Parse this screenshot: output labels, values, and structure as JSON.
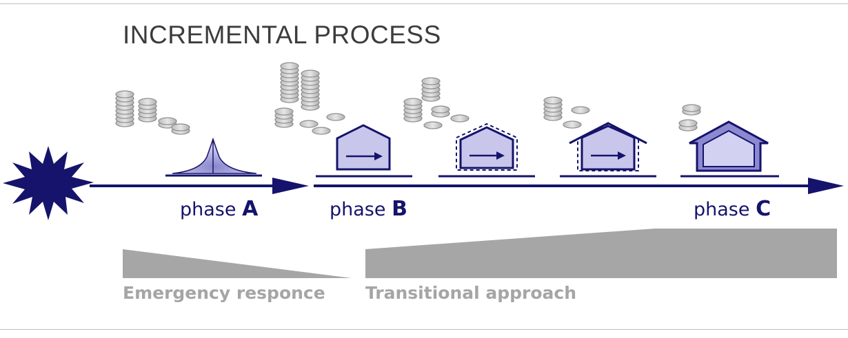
{
  "title": "INCREMENTAL PROCESS",
  "phases": [
    {
      "word": "phase",
      "letter": "A"
    },
    {
      "word": "phase",
      "letter": "B"
    },
    {
      "word": "phase",
      "letter": "C"
    }
  ],
  "approaches": {
    "emergency": "Emergency responce",
    "transitional": "Transitional approach"
  },
  "colors": {
    "navy": "#15136b",
    "house_fill": "#c9c6ec",
    "grey_band": "#a6a6a6",
    "coin_fill": "#d7d7d7",
    "coin_stroke": "#8c8c8c",
    "title": "#3c3c3c"
  },
  "icons": [
    "starburst-icon",
    "tent-icon",
    "house-icon",
    "coin-stack-icon",
    "timeline-arrow-icon"
  ]
}
